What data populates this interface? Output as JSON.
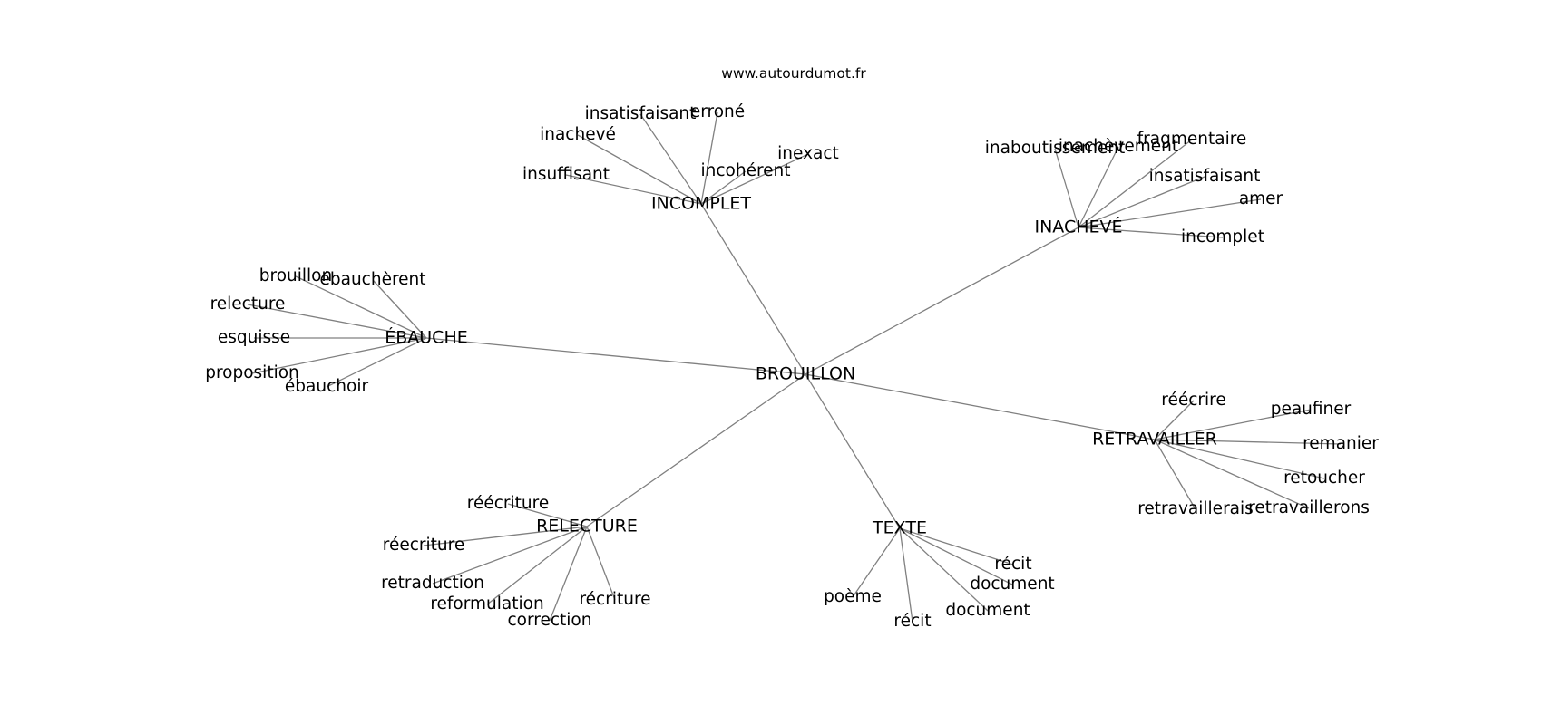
{
  "header": {
    "website": "www.autourdumot.fr"
  },
  "graph": {
    "center": "BROUILLON",
    "clusters": [
      {
        "hub": "INCOMPLET",
        "words": [
          "insatisfaisant",
          "erroné",
          "inachevé",
          "inexact",
          "incohérent",
          "insuffisant"
        ]
      },
      {
        "hub": "INACHEVÉ",
        "words": [
          "inaboutissement",
          "inachèvement",
          "fragmentaire",
          "insatisfaisant",
          "amer",
          "incomplet"
        ]
      },
      {
        "hub": "ÉBAUCHE",
        "words": [
          "brouillon",
          "ébauchèrent",
          "relecture",
          "esquisse",
          "proposition",
          "ébauchoir"
        ]
      },
      {
        "hub": "RETRAVAILLER",
        "words": [
          "réécrire",
          "peaufiner",
          "remanier",
          "retoucher",
          "retravaillerons",
          "retravaillerais"
        ]
      },
      {
        "hub": "RELECTURE",
        "words": [
          "réécriture",
          "réecriture",
          "retraduction",
          "reformulation",
          "correction",
          "récriture"
        ]
      },
      {
        "hub": "TEXTE",
        "words": [
          "récit",
          "document",
          "poème",
          "récit",
          "document"
        ]
      }
    ]
  }
}
